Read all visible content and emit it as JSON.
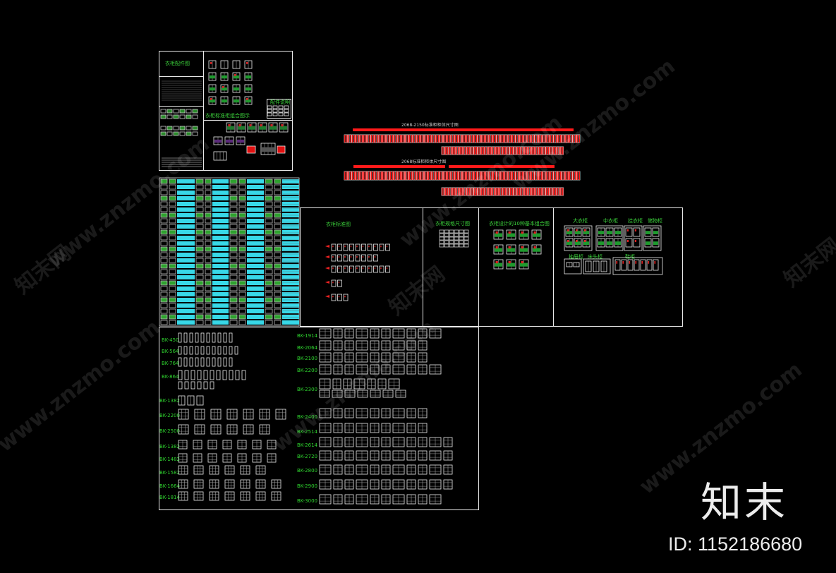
{
  "sheet1": {
    "title": "衣柜配件图",
    "subtitle": "衣柜标准柜组合图示",
    "small_box_title": "配件说明"
  },
  "sheet_top_right": {
    "row1_title": "2068-2150标准柜柜体尺寸图",
    "row2_title": "2068标准柜柜体尺寸图"
  },
  "panels": [
    {
      "name": "std-drawing",
      "title": "衣柜标准图"
    },
    {
      "name": "dimensions",
      "title": "衣柜规格尺寸图"
    },
    {
      "name": "basic-combos",
      "title": "衣柜设计的10种基本组合图"
    },
    {
      "name": "cabinet-types",
      "titles": [
        "大衣柜",
        "中衣柜",
        "挂衣柜",
        "储物柜",
        "抽屉柜",
        "床头柜",
        "鞋柜"
      ]
    }
  ],
  "bk_left": [
    "BK-450",
    "BK-564",
    "BK-764",
    "BK-864",
    "BK-1382",
    "BK-2200",
    "BK-2500",
    "BK-1382",
    "BK-1482",
    "BK-1582",
    "BK-1664",
    "BK-1814"
  ],
  "bk_right": [
    "BK-1914",
    "BK-2064",
    "BK-2100",
    "BK-2200",
    "BK-2300",
    "BK-2400",
    "BK-2514",
    "BK-2614",
    "BK-2720",
    "BK-2800",
    "BK-2900",
    "BK-3000"
  ],
  "watermark": {
    "site": "www.znzmo.com",
    "brand": "知末网"
  },
  "logo": {
    "text": "知末",
    "id": "ID: 1152186680"
  },
  "colors": {
    "background": "#000000",
    "frame": "#e8e8e8",
    "label_green": "#2fd52f",
    "accent_red": "#ff1a1a",
    "cyan": "#38d8e8"
  }
}
